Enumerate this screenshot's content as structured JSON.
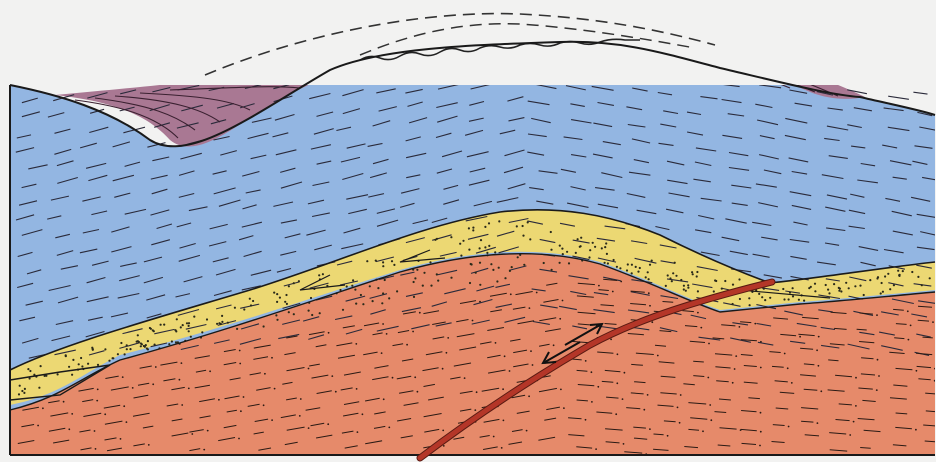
{
  "diagram": {
    "title": "",
    "labels": [],
    "legend": [],
    "layers": [
      {
        "name": "basement-shale",
        "color": "#e68a6a",
        "pattern": "dashes-and-dots"
      },
      {
        "name": "sandstone",
        "color": "#ecd873",
        "pattern": "dots"
      },
      {
        "name": "shale",
        "color": "#93b6e2",
        "pattern": "dashes"
      },
      {
        "name": "top-strata",
        "color": "#a97893",
        "pattern": "lines"
      }
    ],
    "features": [
      {
        "name": "thrust-fault",
        "color": "#b43628"
      },
      {
        "name": "eroded-outline",
        "style": "dashed"
      },
      {
        "name": "unconformity",
        "style": "wavy"
      }
    ],
    "colors": {
      "background": "#f2f2f1",
      "outline": "#1a1a1a"
    }
  }
}
